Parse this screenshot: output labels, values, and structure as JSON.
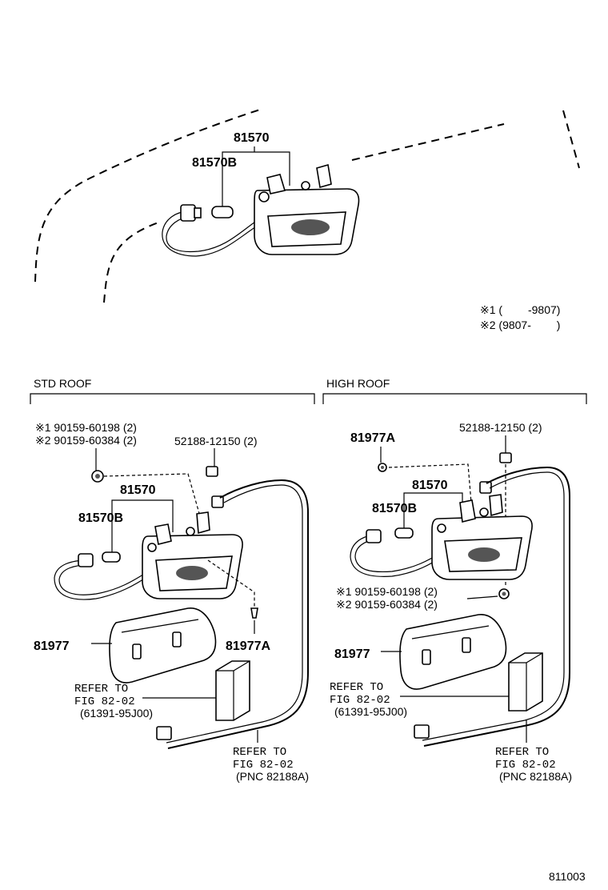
{
  "top": {
    "part_assy": "81570",
    "bulb": "81570B",
    "note1": "※1 (　　 -9807)",
    "note2": "※2 (9807-　　 )"
  },
  "std": {
    "title": "STD ROOF",
    "screw1": "※1 90159-60198 (2)",
    "screw2": "※2 90159-60384 (2)",
    "clip": "52188-12150 (2)",
    "part_assy": "81570",
    "bulb": "81570B",
    "cover": "81977",
    "screw_a": "81977A",
    "refer1_l1": "REFER TO",
    "refer1_l2": "FIG 82-02",
    "refer1_l3": "(61391-95J00)",
    "refer2_l1": "REFER TO",
    "refer2_l2": "FIG 82-02",
    "refer2_l3": "(PNC 82188A)"
  },
  "high": {
    "title": "HIGH ROOF",
    "screw_a": "81977A",
    "clip": "52188-12150 (2)",
    "part_assy": "81570",
    "bulb": "81570B",
    "screw1": "※1 90159-60198 (2)",
    "screw2": "※2 90159-60384 (2)",
    "cover": "81977",
    "refer1_l1": "REFER TO",
    "refer1_l2": "FIG 82-02",
    "refer1_l3": "(61391-95J00)",
    "refer2_l1": "REFER TO",
    "refer2_l2": "FIG 82-02",
    "refer2_l3": "(PNC 82188A)"
  },
  "figure_number": "811003"
}
